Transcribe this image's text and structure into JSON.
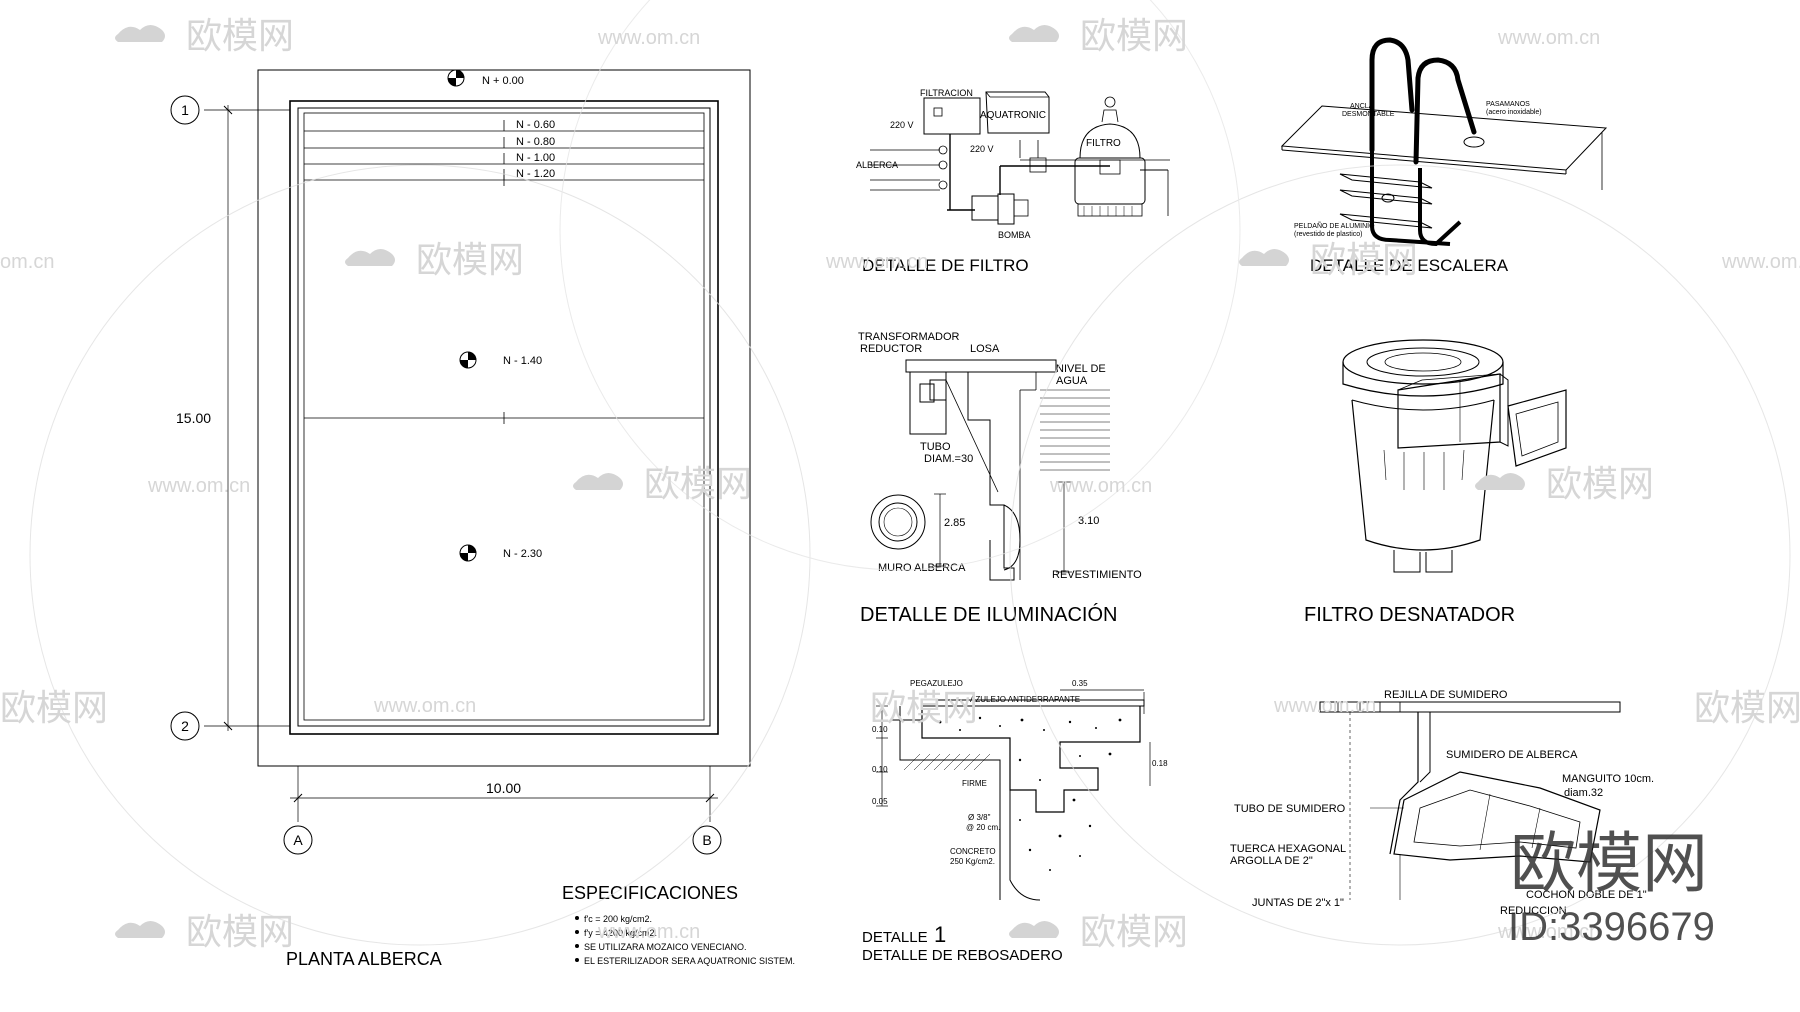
{
  "plan": {
    "title": "PLANTA ALBERCA",
    "axis_1": "1",
    "axis_2": "2",
    "axis_a": "A",
    "axis_b": "B",
    "dim_length": "15.00",
    "dim_width": "10.00",
    "level_top": "N + 0.00",
    "steps": [
      "N - 0.60",
      "N - 0.80",
      "N - 1.00",
      "N - 1.20"
    ],
    "level_mid": "N - 1.40",
    "level_deep": "N - 2.30"
  },
  "specs": {
    "title": "ESPECIFICACIONES",
    "items": [
      "f'c = 200 kg/cm2.",
      "f'y = 4200 kg/cm2.",
      "SE UTILIZARA MOZAICO VENECIANO.",
      "EL ESTERILIZADOR SERA AQUATRONIC SISTEM."
    ]
  },
  "filtro": {
    "title": "DETALLE DE FILTRO",
    "filtracion": "FILTRACION",
    "aquatronic": "AQUATRONIC",
    "v220_a": "220 V",
    "v220_b": "220 V",
    "alberca": "ALBERCA",
    "filtro": "FILTRO",
    "bomba": "BOMBA"
  },
  "escalera": {
    "title": "DETALLE DE ESCALERA",
    "ancla": "ANCLA",
    "desmontable": "DESMONTABLE",
    "pasamanos": "PASAMANOS",
    "acero": "(acero inoxidable)",
    "peldano": "PELDAÑO DE ALUMINIO",
    "revestido": "(revestido de plastico)"
  },
  "iluminacion": {
    "title": "DETALLE DE ILUMINACIÓN",
    "transformador": "TRANSFORMADOR",
    "reductor": "REDUCTOR",
    "losa": "LOSA",
    "nivel": "NIVEL DE",
    "agua": "AGUA",
    "tubo": "TUBO",
    "diam": "DIAM.=30",
    "d285": "2.85",
    "d310": "3.10",
    "muro": "MURO ALBERCA",
    "revestimiento": "REVESTIMIENTO"
  },
  "desnatador": {
    "title": "FILTRO DESNATADOR"
  },
  "rebosadero": {
    "label": "DETALLE",
    "number": "1",
    "title": "DETALLE DE REBOSADERO",
    "pegazulejo": "PEGAZULEJO",
    "azulejo": "AZULEJO ANTIDERRAPANTE",
    "d035": "0.35",
    "d010a": "0.10",
    "d010b": "0.10",
    "d005": "0.05",
    "d018": "0.18",
    "firme": "FIRME",
    "varilla": "Ø 3/8\"",
    "separacion": "@ 20 cm.",
    "concreto": "CONCRETO",
    "resistencia": "250 Kg/cm2."
  },
  "sumidero": {
    "rejilla": "REJILLA DE SUMIDERO",
    "sumidero": "SUMIDERO DE ALBERCA",
    "manguito": "MANGUITO 10cm.",
    "diam": "diam.32",
    "tubo": "TUBO DE SUMIDERO",
    "tuerca": "TUERCA HEXAGONAL",
    "argolla": "ARGOLLA DE 2\"",
    "reduccion": "REDUCCION",
    "cochon": "COCHON DOBLE DE 1\"",
    "juntas": "JUNTAS DE 2\"x 1\""
  },
  "watermark": {
    "brand": "欧模网",
    "site": "www.om.cn",
    "site2": "om.cn",
    "id": "ID:3396679"
  }
}
